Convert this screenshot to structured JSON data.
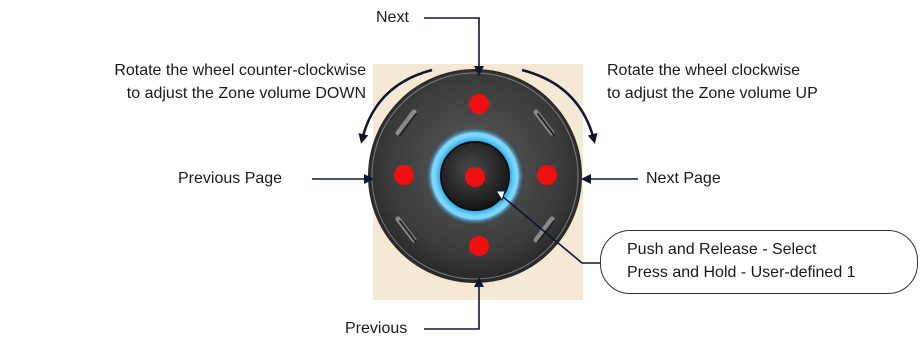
{
  "labels": {
    "next": "Next",
    "previous": "Previous",
    "previous_page": "Previous Page",
    "next_page": "Next Page",
    "ccw_line1": "Rotate the wheel counter-clockwise",
    "ccw_line2": "to adjust the Zone volume DOWN",
    "cw_line1": "Rotate the wheel clockwise",
    "cw_line2": "to adjust the Zone volume UP",
    "center_line1": "Push and Release - Select",
    "center_line2": "Press and Hold - User-defined 1"
  },
  "colors": {
    "panel": "#f5e9d6",
    "wheel": "#3d3d3d",
    "ring_glow": "#39b6ee",
    "marker": "#ee0f0f",
    "arrow": "#0f1630"
  }
}
